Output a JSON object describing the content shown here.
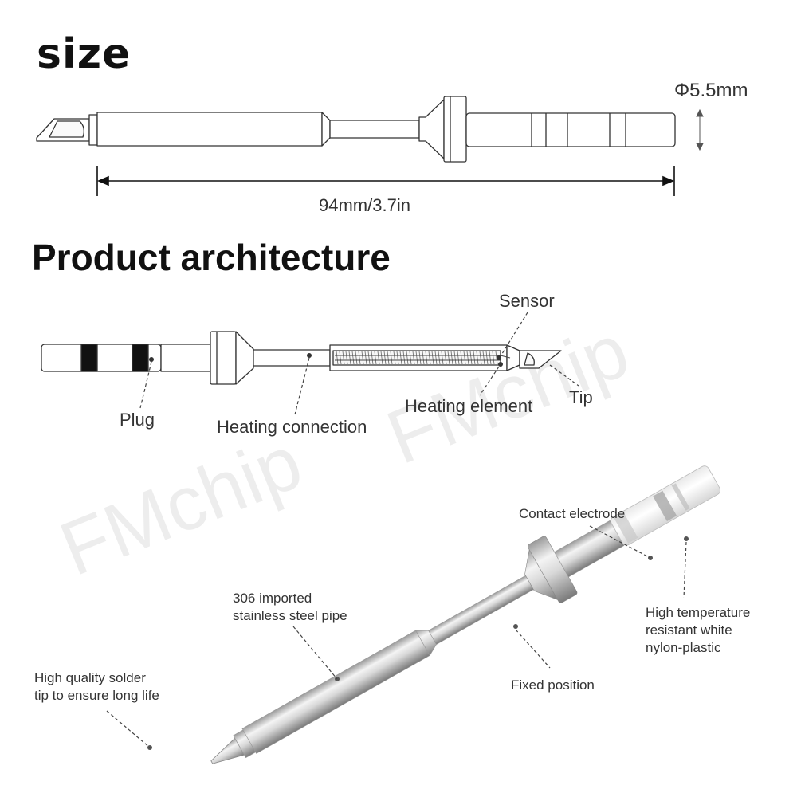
{
  "size_section": {
    "heading": "size",
    "diameter_label": "Φ5.5mm",
    "length_label": "94mm/3.7in"
  },
  "architecture_section": {
    "heading": "Product architecture",
    "labels": {
      "sensor": "Sensor",
      "plug": "Plug",
      "heating_connection": "Heating connection",
      "heating_element": "Heating element",
      "tip": "Tip"
    }
  },
  "photo_section": {
    "labels": {
      "contact_electrode": "Contact electrode",
      "stainless_pipe": [
        "306 imported",
        "stainless steel pipe"
      ],
      "high_temp_nylon": [
        "High temperature",
        "resistant white",
        "nylon-plastic"
      ],
      "solder_tip": [
        "High quality solder",
        "tip to ensure long life"
      ],
      "fixed_position": "Fixed position"
    }
  },
  "watermark": "FMchip",
  "colors": {
    "line": "#333333",
    "metal_light": "#f2f2f2",
    "metal_dark": "#8a8a8a",
    "band": "#111111"
  }
}
